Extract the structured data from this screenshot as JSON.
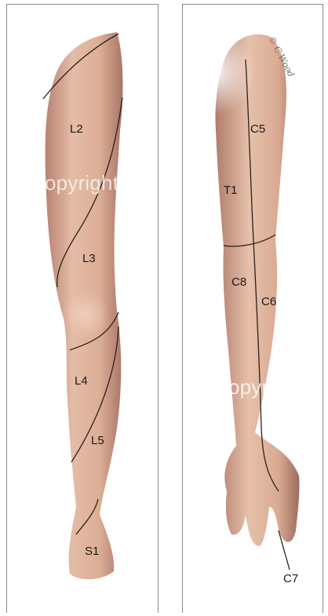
{
  "colors": {
    "skin_light": "#eccab5",
    "skin_mid": "#d8a68e",
    "skin_shadow": "#a57566",
    "dermatome_line": "#2b211d",
    "panel_border": "#8a8a8a"
  },
  "watermark_text": "© copyright",
  "leg": {
    "labels": [
      "L2",
      "L3",
      "L4",
      "L5",
      "S1"
    ]
  },
  "arm": {
    "labels": [
      "C5",
      "T1",
      "C8",
      "C6",
      "C7"
    ]
  },
  "artist_signature": "© C.Wood"
}
